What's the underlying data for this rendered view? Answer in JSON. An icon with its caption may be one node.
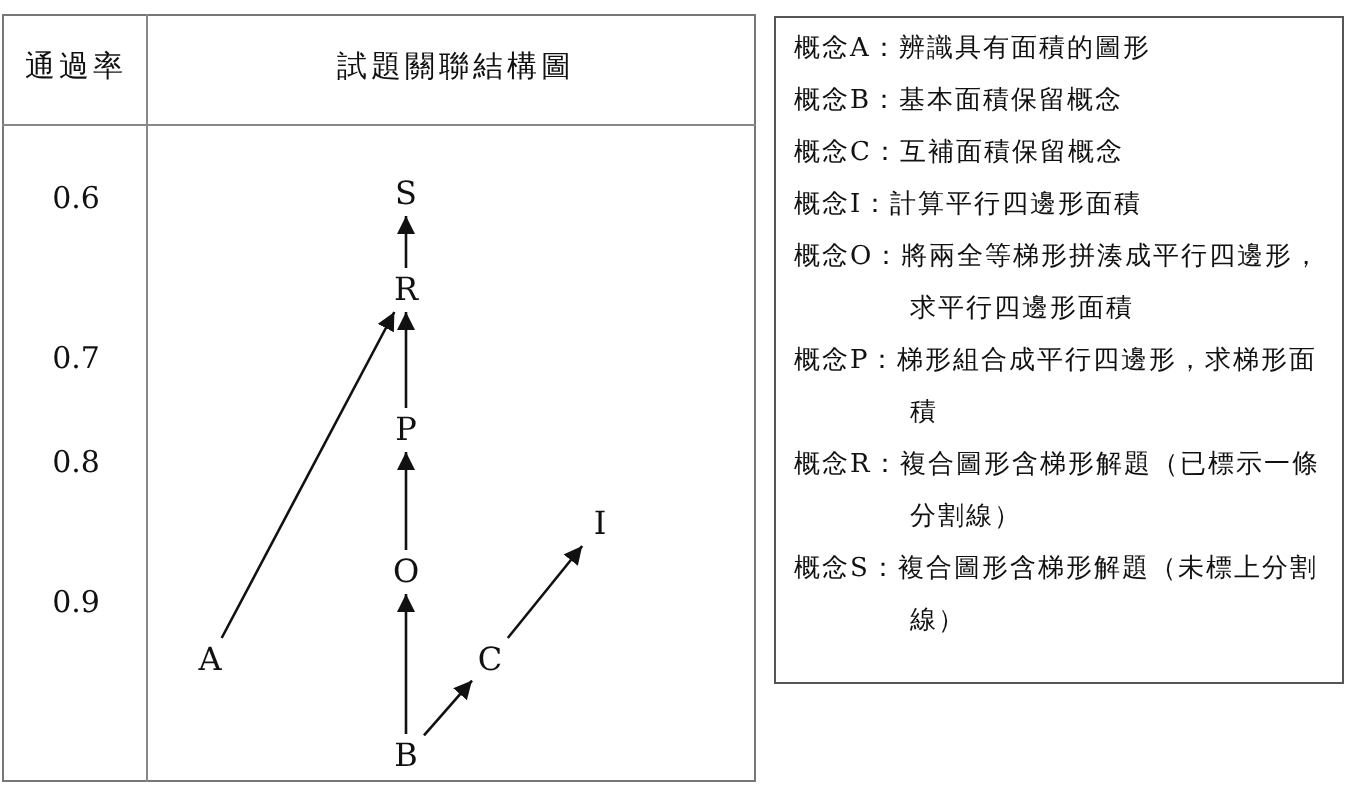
{
  "diagram": {
    "nodes": [
      {
        "text": [
          "S"
        ]
      },
      {
        "text": [
          "R"
        ]
      },
      {
        "text": [
          "P"
        ]
      },
      {
        "text": [
          "I"
        ]
      },
      {
        "text": [
          "O"
        ]
      },
      {
        "text": [
          "A"
        ]
      },
      {
        "text": [
          "C"
        ]
      },
      {
        "text": [
          "B"
        ]
      }
    ],
    "edges": [
      {
        "from": 1,
        "to": 0,
        "arrow": "to"
      },
      {
        "from": 2,
        "to": 1,
        "arrow": "to"
      },
      {
        "from": 5,
        "to": 1,
        "arrow": "to"
      },
      {
        "from": 4,
        "to": 2,
        "arrow": "to"
      },
      {
        "from": 7,
        "to": 4,
        "arrow": "to"
      },
      {
        "from": 7,
        "to": 6,
        "arrow": "to"
      },
      {
        "from": 6,
        "to": 3,
        "arrow": "to"
      }
    ],
    "labels": [
      "通過率",
      "試題關聯結構圖",
      "0.6",
      "0.7",
      "0.8",
      "0.9",
      "概念A：辨識具有面積的圖形",
      "概念B：基本面積保留概念",
      "概念C：互補面積保留概念",
      "概念I：計算平行四邊形面積",
      "概念O：將兩全等梯形拼湊成平行四邊形，求平行四邊形面積",
      "概念P：梯形組合成平行四邊形，求梯形面積",
      "概念R：複合圖形含梯形解題（已標示一條分割線）",
      "概念S：複合圖形含梯形解題（未標上分割線）"
    ]
  }
}
